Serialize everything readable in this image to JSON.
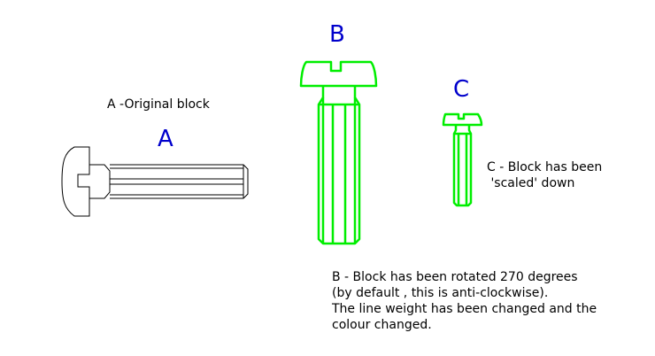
{
  "labels": {
    "a_letter": "A",
    "b_letter": "B",
    "c_letter": "C",
    "a_caption": "A -Original block",
    "b_caption": [
      "B - Block has been rotated 270 degrees",
      "(by default , this is anti-clockwise).",
      "The line weight has been changed and the",
      "colour changed."
    ],
    "c_caption": [
      "C - Block has been",
      " 'scaled' down"
    ]
  },
  "colors": {
    "letter": "#0000cc",
    "original_block": "#000000",
    "modified_block": "#00ee00",
    "text": "#000000"
  }
}
